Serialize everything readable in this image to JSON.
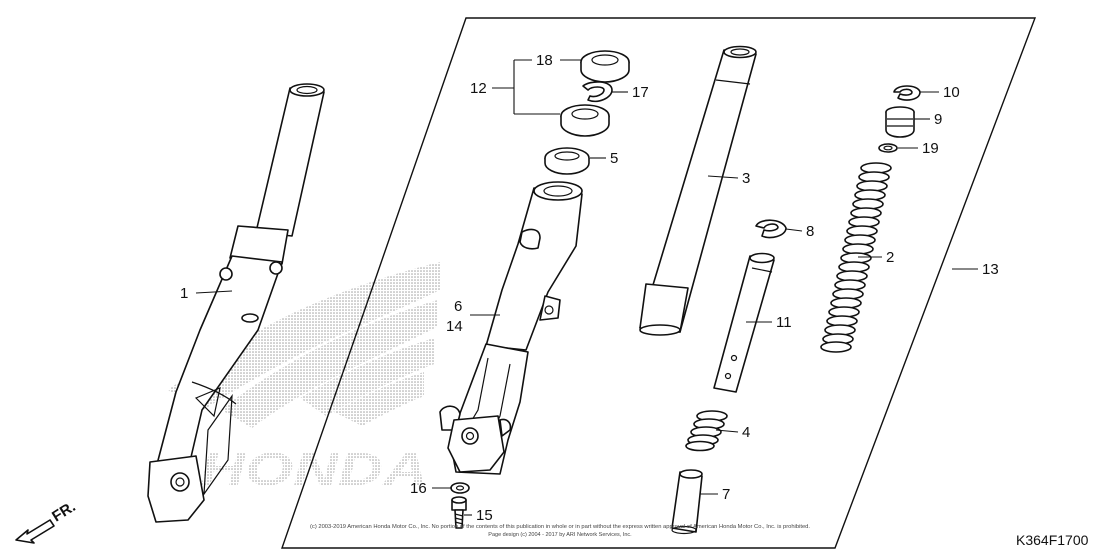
{
  "diagram": {
    "labels": [
      {
        "id": "1",
        "text": "1"
      },
      {
        "id": "2",
        "text": "2"
      },
      {
        "id": "3",
        "text": "3"
      },
      {
        "id": "4",
        "text": "4"
      },
      {
        "id": "5",
        "text": "5"
      },
      {
        "id": "6",
        "text": "6"
      },
      {
        "id": "7",
        "text": "7"
      },
      {
        "id": "8",
        "text": "8"
      },
      {
        "id": "9",
        "text": "9"
      },
      {
        "id": "10",
        "text": "10"
      },
      {
        "id": "11",
        "text": "11"
      },
      {
        "id": "12",
        "text": "12"
      },
      {
        "id": "13",
        "text": "13"
      },
      {
        "id": "14",
        "text": "14"
      },
      {
        "id": "15",
        "text": "15"
      },
      {
        "id": "16",
        "text": "16"
      },
      {
        "id": "17",
        "text": "17"
      },
      {
        "id": "18",
        "text": "18"
      },
      {
        "id": "19",
        "text": "19"
      }
    ],
    "direction_label": "FR.",
    "diagram_code": "K364F1700",
    "watermark_text": "HONDA",
    "copyright_line1": "(c) 2003-2019 American Honda Motor Co., Inc. No portion of the contents of this publication in whole or in part without the express written approval of American Honda Motor Co., Inc. is prohibited.",
    "copyright_line2": "Page design (c) 2004 - 2017 by ARI Network Services, Inc."
  },
  "colors": {
    "line": "#111111",
    "watermark_dots": "#9a9a9a",
    "background": "#ffffff"
  }
}
